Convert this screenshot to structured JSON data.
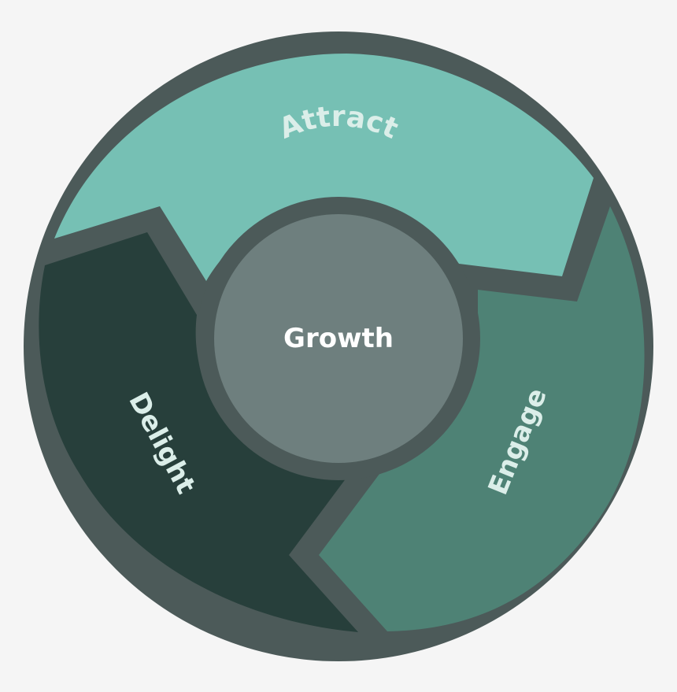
{
  "diagram": {
    "center_label": "Growth",
    "segments": [
      {
        "id": "attract",
        "label": "Attract",
        "color": "#76c0b4"
      },
      {
        "id": "engage",
        "label": "Engage",
        "color": "#4e8275"
      },
      {
        "id": "delight",
        "label": "Delight",
        "color": "#273f3b"
      }
    ],
    "colors": {
      "background": "#f5f5f5",
      "outline": "#4c5a59",
      "hub": "#6e7f7e",
      "label_light": "#dbeee9",
      "label_white": "#ffffff"
    }
  }
}
